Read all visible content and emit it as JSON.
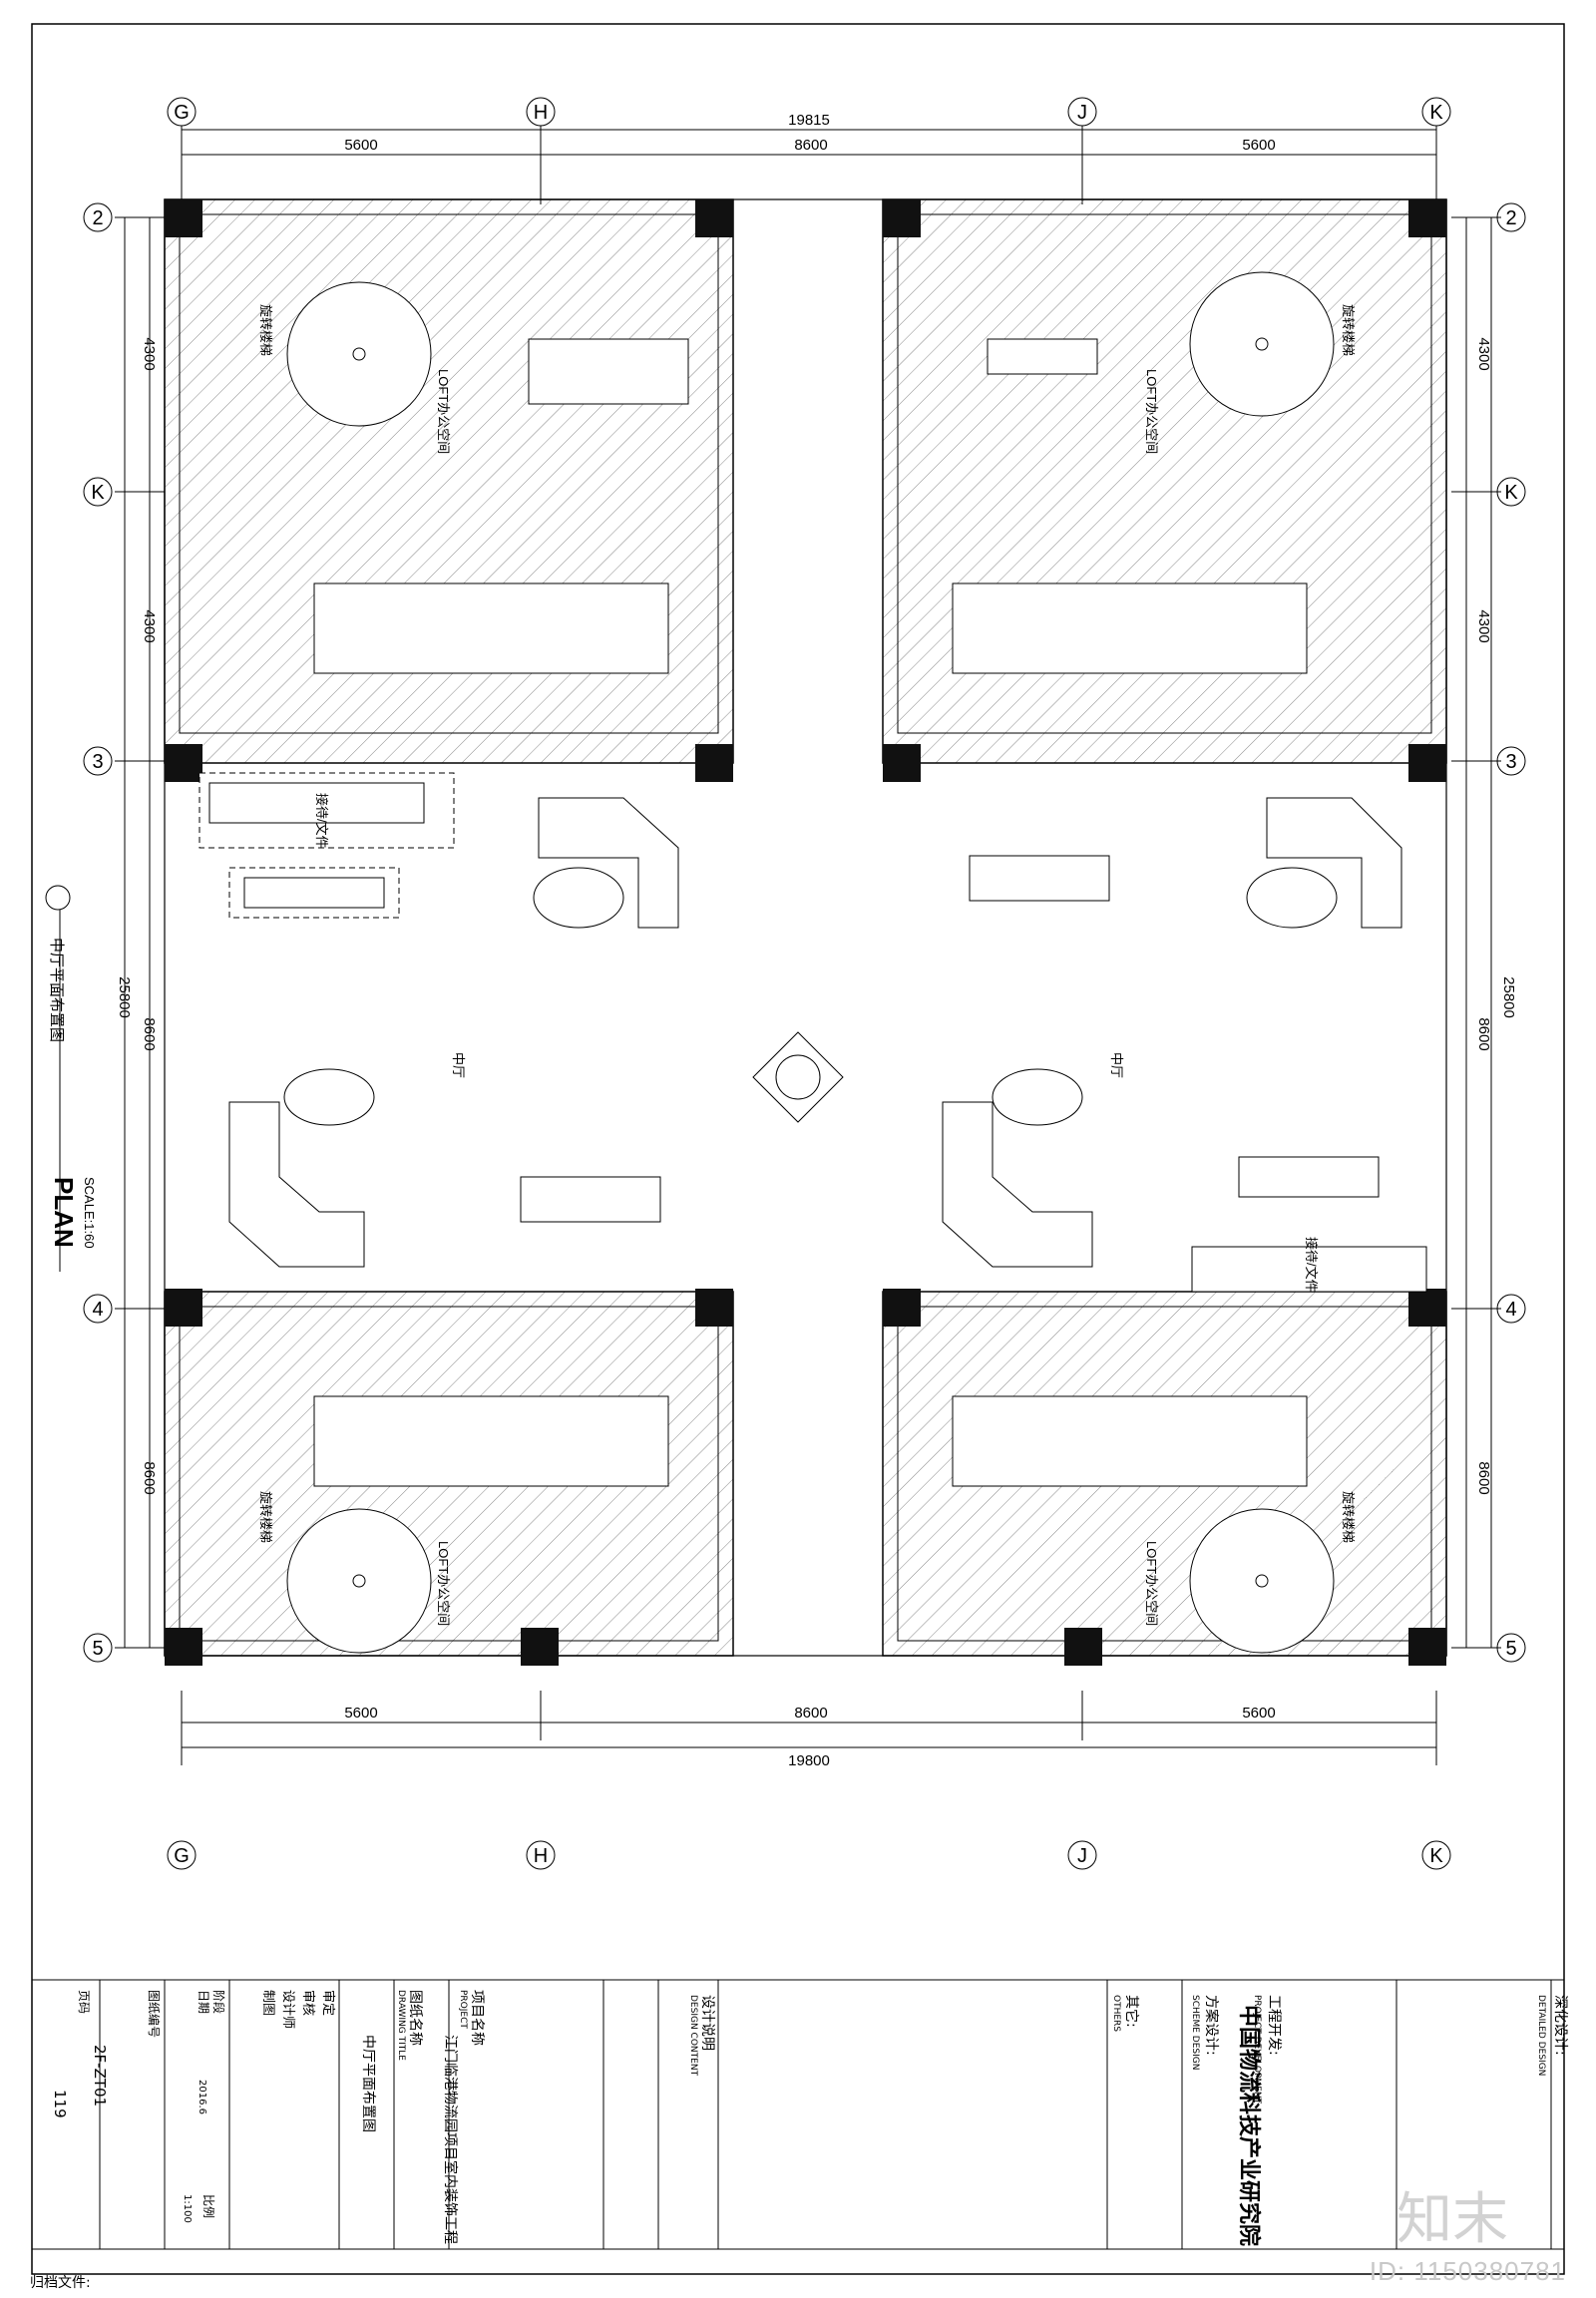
{
  "drawing": {
    "dim_top_total": "19815",
    "dim_bottom_total": "19800",
    "dim_left": "5600",
    "dim_mid": "8600",
    "dim_right": "5600",
    "dim_4300": "4300",
    "dim_8600": "8600",
    "dim_25800": "25800",
    "grid_cols": [
      "G",
      "H",
      "J",
      "K"
    ],
    "grid_rows": [
      "2",
      "K",
      "3",
      "4",
      "5"
    ],
    "room_loft": "LOFT办公空间",
    "room_stair": "旋转楼梯",
    "room_hall": "中厅",
    "reception": "接待/文件",
    "plan_label": "PLAN",
    "plan_scale": "SCALE:1:60",
    "plan_caption": "中厅平面布置图"
  },
  "title_block": {
    "detailed_design": "深化设计:",
    "detailed_design_en": "DETAILED DESIGN",
    "developer": "工程开发:",
    "developer_en": "PROJECT DEVELOPMENT",
    "client": "中国物流科技产业研究院",
    "scheme": "方案设计:",
    "scheme_en": "SCHEME DESIGN",
    "others": "其它:",
    "others_en": "OTHERS",
    "notes_title": "设计说明",
    "notes_en": "DESIGN CONTENT",
    "project_name_label": "项目名称",
    "project_name_en": "PROJECT",
    "project_name": "江门临港物流园项目室内装饰工程",
    "drawing_title_label": "图纸名称",
    "drawing_title_en": "DRAWING TITLE",
    "drawing_title": "中厅平面布置图",
    "approved": "审定",
    "checked": "审核",
    "designer": "设计师",
    "drawn": "制图",
    "drawing_no_label": "图纸编号",
    "drawing_no": "2F-ZT01",
    "sheet_label": "页码",
    "sheet_no": "119",
    "scale_label": "比例",
    "scale_val": "1:100",
    "stage": "阶段",
    "date_label": "日期",
    "date_val": "2016.6"
  },
  "footer": {
    "archive": "归档文件:",
    "watermark_id": "ID: 1150380781",
    "watermark_logo": "知末"
  }
}
